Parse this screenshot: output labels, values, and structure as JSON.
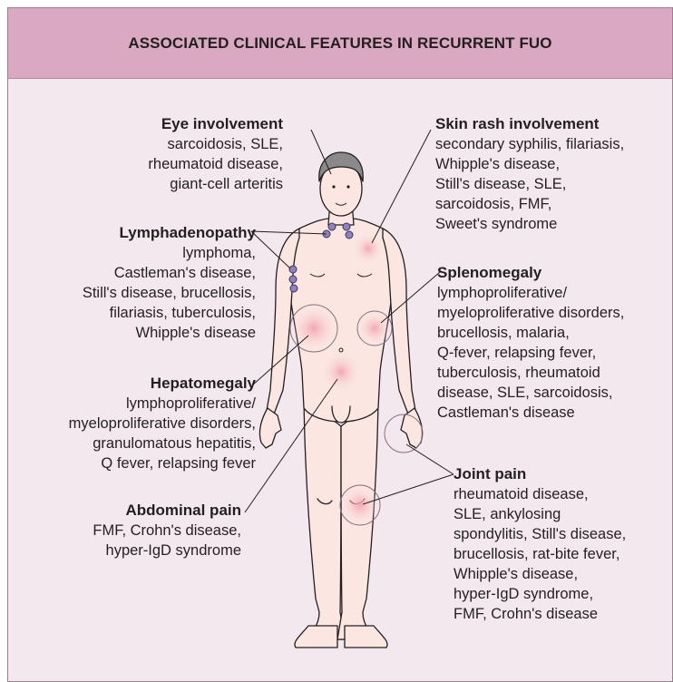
{
  "title": "ASSOCIATED CLINICAL FEATURES IN RECURRENT FUO",
  "colors": {
    "header": "#d9a9c1",
    "panel": "#f3e8ee",
    "skin": "#fbe6e2",
    "highlight": "#f6b9c1",
    "lymph_node": "#8f82b8",
    "hair": "#8a8a8a"
  },
  "groups": {
    "eye": {
      "heading": "Eye involvement",
      "lines": [
        "sarcoidosis, SLE,",
        "rheumatoid disease,",
        "giant-cell arteritis"
      ]
    },
    "lymph": {
      "heading": "Lymphadenopathy",
      "lines": [
        "lymphoma,",
        "Castleman's disease,",
        "Still's disease, brucellosis,",
        "filariasis, tuberculosis,",
        "Whipple's disease"
      ]
    },
    "hepato": {
      "heading": "Hepatomegaly",
      "lines": [
        "lymphoproliferative/",
        "myeloproliferative disorders,",
        "granulomatous hepatitis,",
        "Q fever, relapsing fever"
      ]
    },
    "abdominal": {
      "heading": "Abdominal pain",
      "lines": [
        "FMF, Crohn's disease,",
        "hyper-IgD syndrome"
      ]
    },
    "skin": {
      "heading": "Skin rash involvement",
      "lines": [
        "secondary syphilis, filariasis,",
        "Whipple's disease,",
        "Still's disease, SLE,",
        "sarcoidosis, FMF,",
        "Sweet's syndrome"
      ]
    },
    "spleno": {
      "heading": "Splenomegaly",
      "lines": [
        "lymphoproliferative/",
        "myeloproliferative disorders,",
        "brucellosis, malaria,",
        "Q-fever, relapsing fever,",
        "tuberculosis, rheumatoid",
        "disease, SLE, sarcoidosis,",
        "Castleman's disease"
      ]
    },
    "joint": {
      "heading": "Joint pain",
      "lines": [
        "rheumatoid disease,",
        "SLE, ankylosing",
        "spondylitis, Still's disease,",
        "brucellosis, rat-bite fever,",
        "Whipple's disease,",
        "hyper-IgD syndrome,",
        "FMF, Crohn's disease"
      ]
    }
  }
}
